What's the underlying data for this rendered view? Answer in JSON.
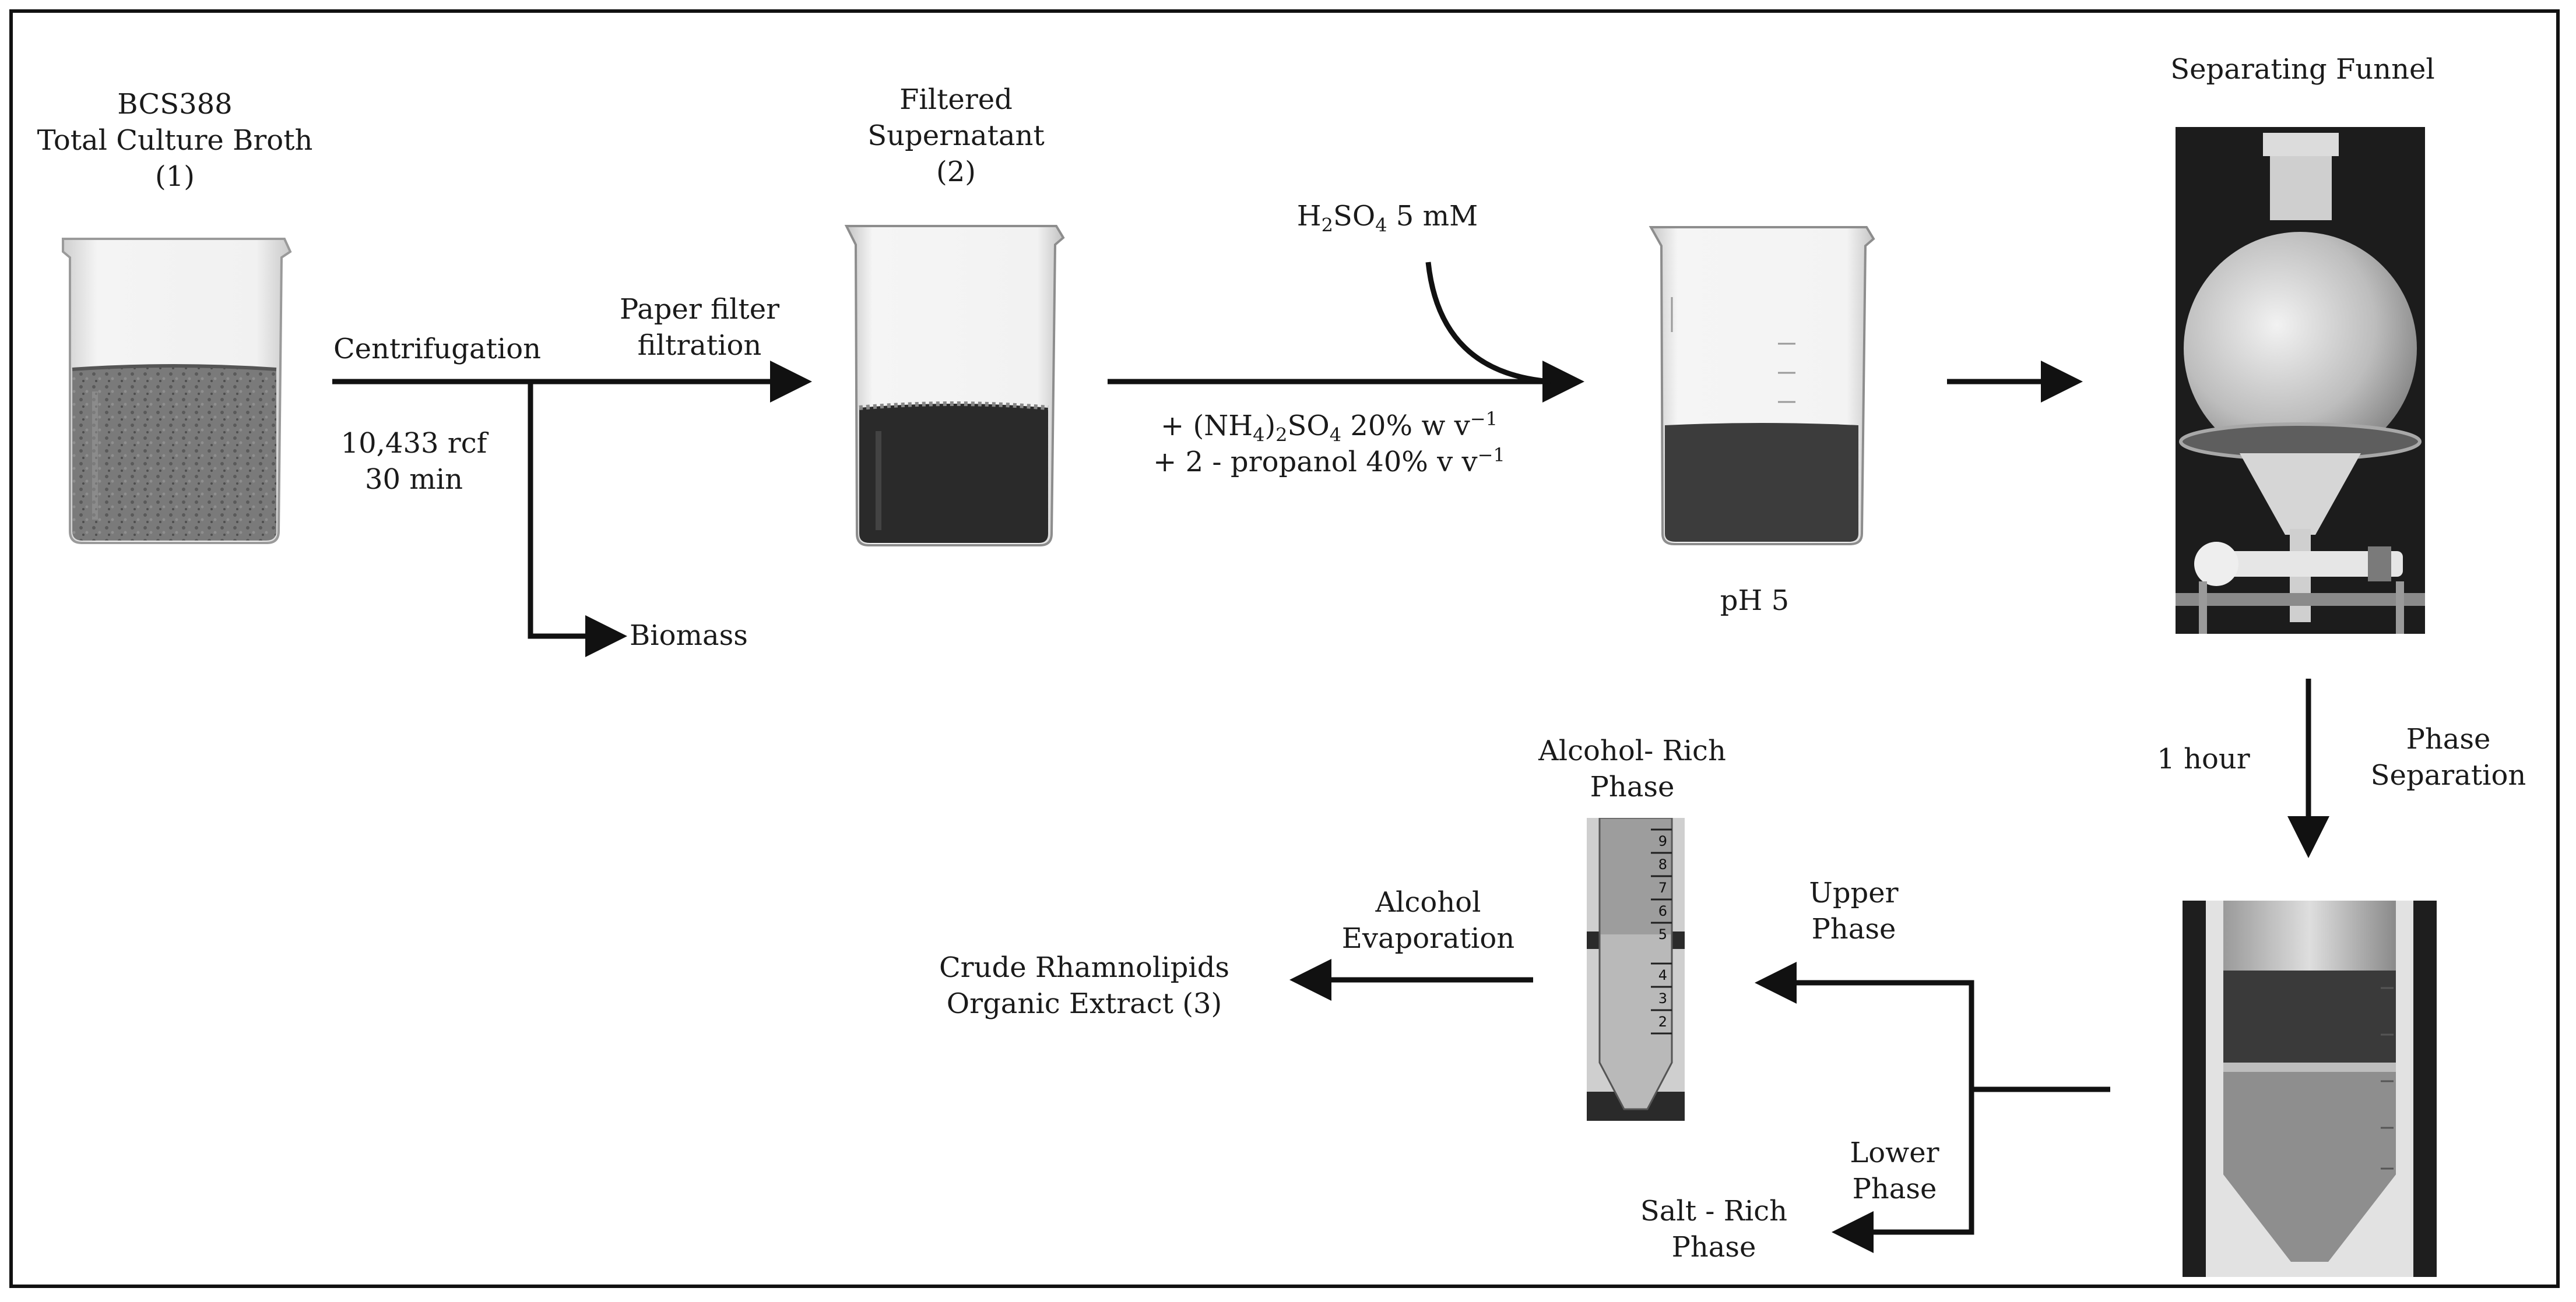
{
  "labels": {
    "culture_line1": "BCS388",
    "culture_line2": "Total Culture Broth",
    "culture_line3": "(1)",
    "centrifugation": "Centrifugation",
    "centrifugation_rcf": "10,433 rcf",
    "centrifugation_time": "30 min",
    "biomass": "Biomass",
    "paper_filter_line1": "Paper filter",
    "paper_filter_line2": "filtration",
    "filtered_line1": "Filtered",
    "filtered_line2": "Supernatant",
    "filtered_line3": "(2)",
    "acid_prefix": "H",
    "acid_sub1": "2",
    "acid_mid": "SO",
    "acid_sub2": "4",
    "acid_suffix": " 5 mM",
    "salt_prefix": "+ (NH",
    "salt_sub1": "4",
    "salt_mid": ")",
    "salt_sub2": "2",
    "salt_mid2": "SO",
    "salt_sub3": "4",
    "salt_suffix": " 20% w v",
    "salt_sup": "−1",
    "propanol": "+ 2 - propanol 40% v v",
    "propanol_sup": "−1",
    "ph": "pH 5",
    "separating_funnel": "Separating Funnel",
    "one_hour": "1 hour",
    "phase_sep_line1": "Phase",
    "phase_sep_line2": "Separation",
    "upper_line1": "Upper",
    "upper_line2": "Phase",
    "lower_line1": "Lower",
    "lower_line2": "Phase",
    "salt_rich_line1": "Salt - Rich",
    "salt_rich_line2": "Phase",
    "alcohol_rich_line1": "Alcohol- Rich",
    "alcohol_rich_line2": "Phase",
    "alcohol_evap_line1": "Alcohol",
    "alcohol_evap_line2": "Evaporation",
    "crude_line1": "Crude Rhamnolipids",
    "crude_line2": "Organic Extract (3)"
  },
  "tube_scale": [
    "9",
    "8",
    "7",
    "6",
    "5",
    "4",
    "3",
    "2"
  ]
}
